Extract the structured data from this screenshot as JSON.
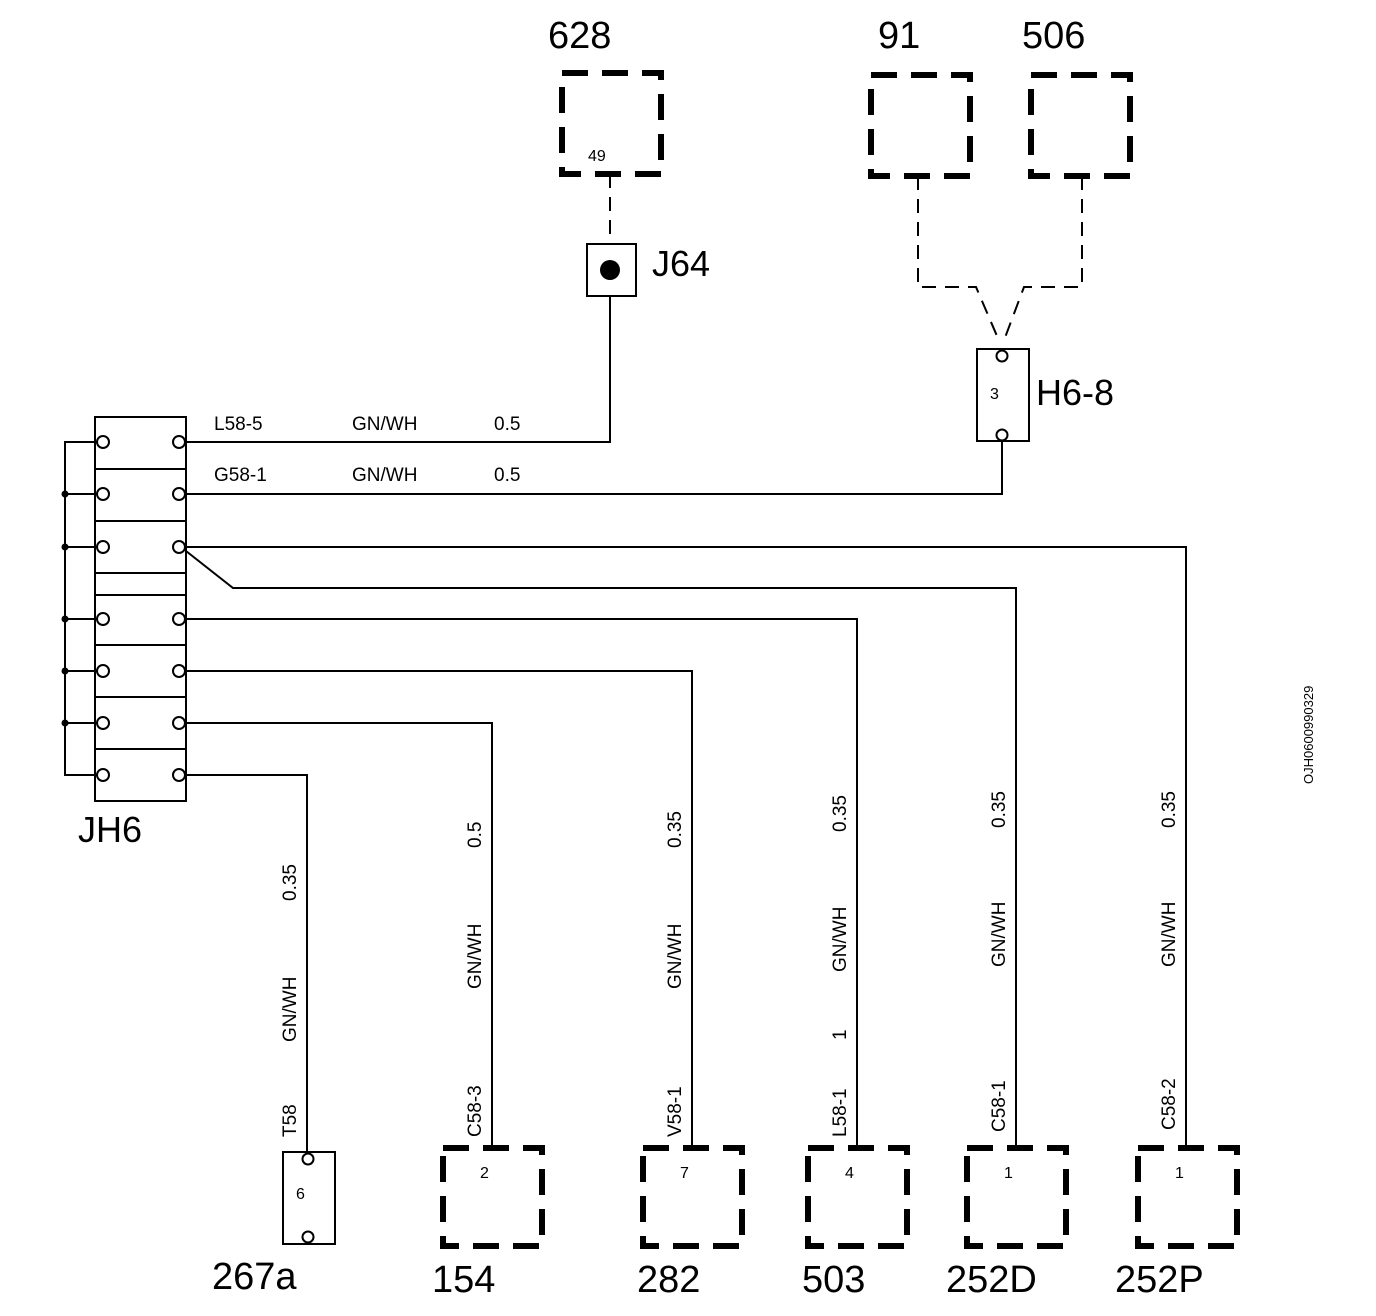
{
  "components": {
    "c628": {
      "number": "628",
      "pin": "49"
    },
    "c91": {
      "number": "91"
    },
    "c506": {
      "number": "506"
    },
    "c267a": {
      "number": "267a",
      "pin": "6"
    },
    "c154": {
      "number": "154",
      "pin": "2"
    },
    "c282": {
      "number": "282",
      "pin": "7"
    },
    "c503": {
      "number": "503",
      "pin": "4"
    },
    "c252D": {
      "number": "252D",
      "pin": "1"
    },
    "c252P": {
      "number": "252P",
      "pin": "1"
    }
  },
  "connectors": {
    "j64": {
      "label": "J64"
    },
    "h68": {
      "label": "H6-8",
      "pin": "3"
    },
    "jh6": {
      "label": "JH6"
    }
  },
  "wires": {
    "w1": {
      "id": "L58-5",
      "color": "GN/WH",
      "size": "0.5"
    },
    "w2": {
      "id": "G58-1",
      "color": "GN/WH",
      "size": "0.5"
    },
    "w267a": {
      "id": "T58",
      "color": "GN/WH",
      "size": "0.35"
    },
    "w154": {
      "id": "C58-3",
      "color": "GN/WH",
      "size": "0.5"
    },
    "w282": {
      "id": "V58-1",
      "color": "GN/WH",
      "size": "0.35"
    },
    "w503": {
      "id": "L58-1",
      "extra": "1",
      "color": "GN/WH",
      "size": "0.35"
    },
    "w252D": {
      "id": "C58-1",
      "color": "GN/WH",
      "size": "0.35"
    },
    "w252P": {
      "id": "C58-2",
      "color": "GN/WH",
      "size": "0.35"
    }
  },
  "doc_id": "OJH0600990329"
}
